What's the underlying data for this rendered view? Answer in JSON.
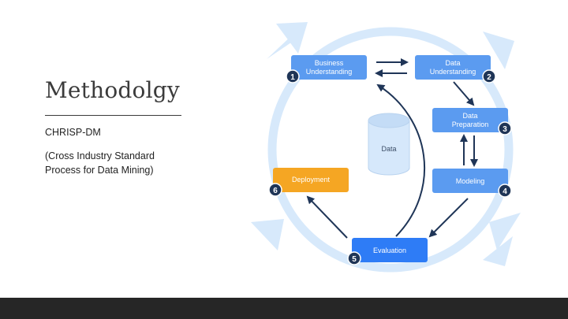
{
  "slide": {
    "title": "Methodolgy",
    "subtitle": "CHRISP-DM",
    "description": "(Cross Industry Standard Process for Data Mining)"
  },
  "diagram": {
    "center_label": "Data",
    "steps": [
      {
        "number": "1",
        "line1": "Business",
        "line2": "Understanding"
      },
      {
        "number": "2",
        "line1": "Data",
        "line2": "Understanding"
      },
      {
        "number": "3",
        "line1": "Data",
        "line2": "Preparation"
      },
      {
        "number": "4",
        "line1": "Modeling",
        "line2": ""
      },
      {
        "number": "5",
        "line1": "Evaluation",
        "line2": ""
      },
      {
        "number": "6",
        "line1": "Deployment",
        "line2": ""
      }
    ],
    "colors": {
      "step_fill": "#5b9bf0",
      "evaluation_fill": "#2e7cf6",
      "deployment_fill": "#f5a623",
      "ring": "#d7e9fb",
      "arrow": "#1f3557",
      "badge": "#1f3557",
      "database": "#d6e8fb"
    }
  }
}
